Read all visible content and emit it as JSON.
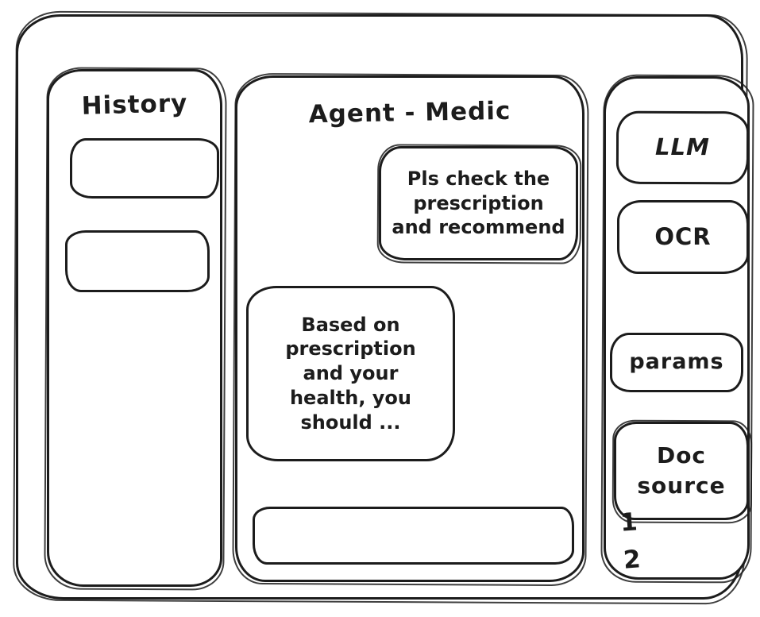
{
  "colors": {
    "ink": "#1c1c1c",
    "background": "#ffffff"
  },
  "sidebar": {
    "title": "History",
    "items": [
      {
        "label": ""
      },
      {
        "label": ""
      }
    ]
  },
  "chat": {
    "title": "Agent - Medic",
    "messages": [
      {
        "role": "user",
        "text": "Pls check the\nprescription\nand recommend"
      },
      {
        "role": "agent",
        "text": "Based on\nprescription\nand your\nhealth, you\nshould ..."
      }
    ],
    "input": {
      "value": ""
    }
  },
  "tools": {
    "buttons": [
      {
        "id": "llm",
        "label": "LLM"
      },
      {
        "id": "ocr",
        "label": "OCR"
      },
      {
        "id": "params",
        "label": "params"
      },
      {
        "id": "doc-source",
        "label": "Doc\nsource"
      }
    ],
    "doc_source_items": [
      "1",
      "2"
    ]
  }
}
